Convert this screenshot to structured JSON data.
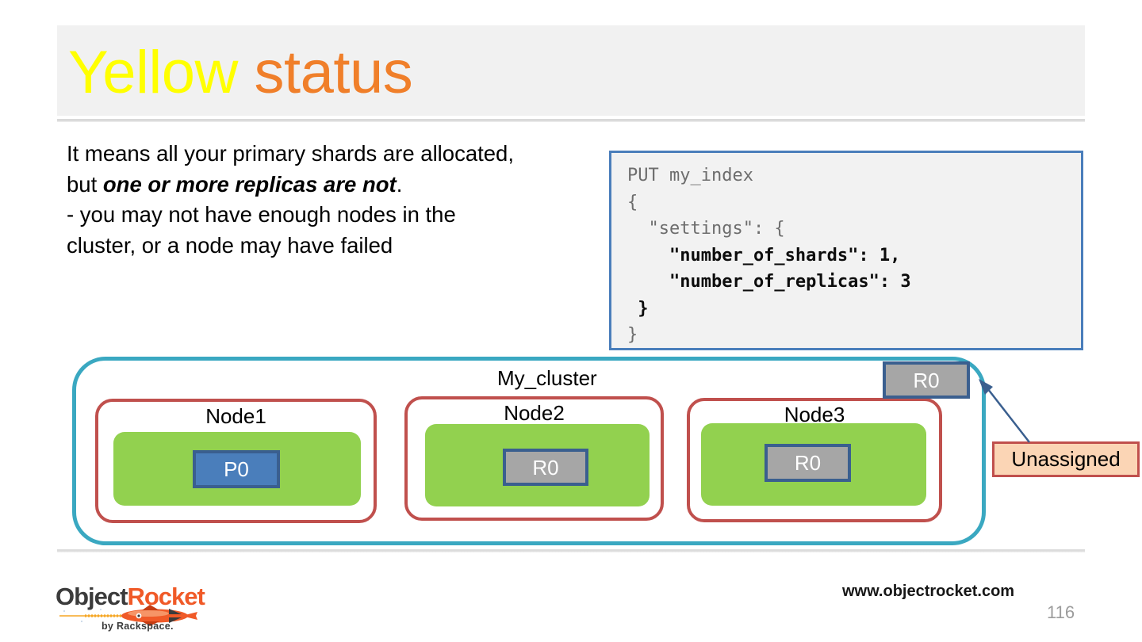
{
  "slide": {
    "title_part1": "Yellow",
    "title_part2": "status",
    "title_color_1": "#ffff00",
    "title_color_2": "#f07f2a"
  },
  "body": {
    "line1": "It means all your primary shards are allocated,",
    "line2_prefix": "but ",
    "line2_emphasis": "one or more replicas are not",
    "line2_suffix": ".",
    "line3": "- you may not have enough nodes in the",
    "line4": "cluster, or a node may have failed"
  },
  "code": {
    "line1": "PUT my_index",
    "line2": "{",
    "line3": "  \"settings\": {",
    "line4": "    \"number_of_shards\": 1,",
    "line5": "    \"number_of_replicas\": 3",
    "line6": " }",
    "line7": "}",
    "border_color": "#4a7ebb",
    "background": "#f2f2f2"
  },
  "diagram": {
    "cluster_label": "My_cluster",
    "cluster_border_color": "#3aa8c1",
    "node_border_color": "#c0504d",
    "index_color": "#92d14f",
    "primary_shard_color": "#4a7ebb",
    "replica_shard_color": "#a6a6a6",
    "shard_border_color": "#3a5f8f",
    "nodes": [
      {
        "label": "Node1",
        "shard": "P0",
        "shard_type": "primary"
      },
      {
        "label": "Node2",
        "shard": "R0",
        "shard_type": "replica"
      },
      {
        "label": "Node3",
        "shard": "R0",
        "shard_type": "replica"
      }
    ],
    "unassigned_shard": "R0",
    "callout_label": "Unassigned",
    "callout_background": "#fbd5b5",
    "callout_border_color": "#c0504d"
  },
  "footer": {
    "logo_part1": "Object",
    "logo_part2": "Rocket",
    "logo_tagline": "by Rackspace.",
    "site_url": "www.objectrocket.com",
    "page_number": "116"
  }
}
